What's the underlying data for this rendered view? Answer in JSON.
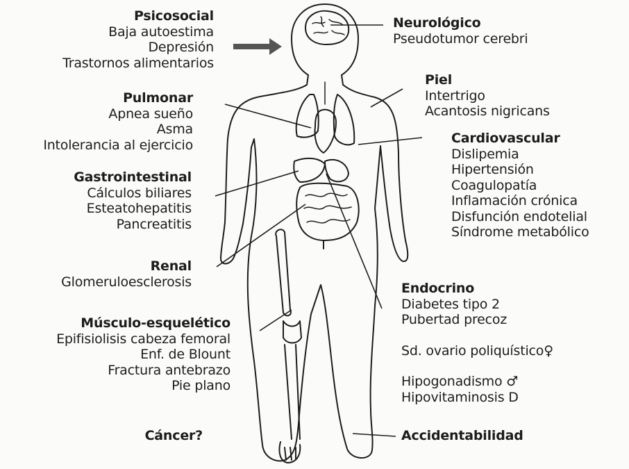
{
  "groups": {
    "psicosocial": {
      "title": "Psicosocial",
      "items": [
        "Baja autoestima",
        "Depresión",
        "Trastornos alimentarios"
      ]
    },
    "neurologico": {
      "title": "Neurológico",
      "items": [
        "Pseudotumor cerebri"
      ]
    },
    "piel": {
      "title": "Piel",
      "items": [
        "Intertrigo",
        "Acantosis nigricans"
      ]
    },
    "pulmonar": {
      "title": "Pulmonar",
      "items": [
        "Apnea sueño",
        "Asma",
        "Intolerancia al ejercicio"
      ]
    },
    "cardiovascular": {
      "title": "Cardiovascular",
      "items": [
        "Dislipemia",
        "Hipertensión",
        "Coagulopatía",
        "Inflamación crónica",
        "Disfunción endotelial",
        "Síndrome metabólico"
      ]
    },
    "gastrointestinal": {
      "title": "Gastrointestinal",
      "items": [
        "Cálculos biliares",
        "Esteatohepatitis",
        "Pancreatitis"
      ]
    },
    "renal": {
      "title": "Renal",
      "items": [
        "Glomeruloesclerosis"
      ]
    },
    "endocrino": {
      "title": "Endocrino",
      "items": [
        "Diabetes tipo 2",
        "Pubertad precoz",
        "Sd. ovario poliquístico♀",
        "Hipogonadismo ♂",
        "Hipovitaminosis D"
      ]
    },
    "musculo": {
      "title": "Músculo-esquelético",
      "items": [
        "Epifisiolisis cabeza femoral",
        "Enf. de Blount",
        "Fractura antebrazo",
        "Pie plano"
      ]
    },
    "cancer": {
      "title": "Cáncer?"
    },
    "accidentabilidad": {
      "title": "Accidentabilidad"
    }
  },
  "colors": {
    "ink": "#1c1c1c",
    "background": "#fbfbf9",
    "arrow": "#555555"
  }
}
